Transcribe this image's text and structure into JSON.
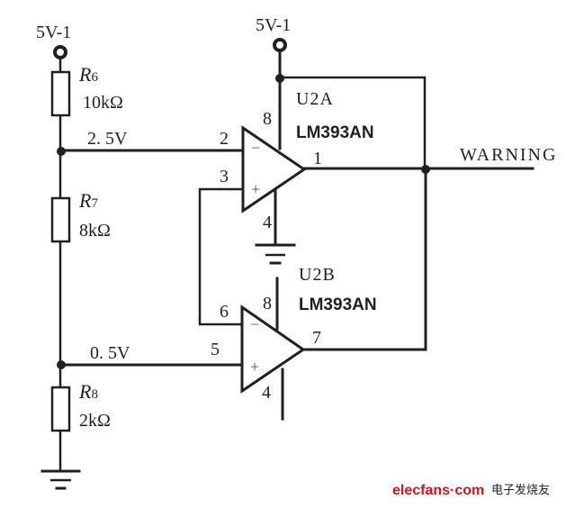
{
  "diagram": {
    "type": "comparator window circuit schematic",
    "power_labels": {
      "left": "5V-1",
      "top": "5V-1"
    },
    "resistors": [
      {
        "id": "R6",
        "letter": "R",
        "sub": "6",
        "value": "10kΩ"
      },
      {
        "id": "R7",
        "letter": "R",
        "sub": "7",
        "value": "8kΩ"
      },
      {
        "id": "R8",
        "letter": "R",
        "sub": "8",
        "value": "2kΩ"
      }
    ],
    "nodes": {
      "upper": "2. 5V",
      "lower": "0. 5V"
    },
    "comparators": [
      {
        "ref": "U2A",
        "model": "LM393AN",
        "pins": {
          "inv": "2",
          "noninv": "3",
          "out": "1",
          "vcc": "8",
          "gnd": "4"
        },
        "minus": "−",
        "plus": "+"
      },
      {
        "ref": "U2B",
        "model": "LM393AN",
        "pins": {
          "inv": "6",
          "noninv": "5",
          "out": "7",
          "vcc": "8",
          "gnd": "4"
        },
        "minus": "−",
        "plus": "+"
      }
    ],
    "output_label": "WARNING"
  },
  "watermark": {
    "site": "elecfans·com",
    "site_color": "#d7141a",
    "chinese": "电子发烧友"
  }
}
